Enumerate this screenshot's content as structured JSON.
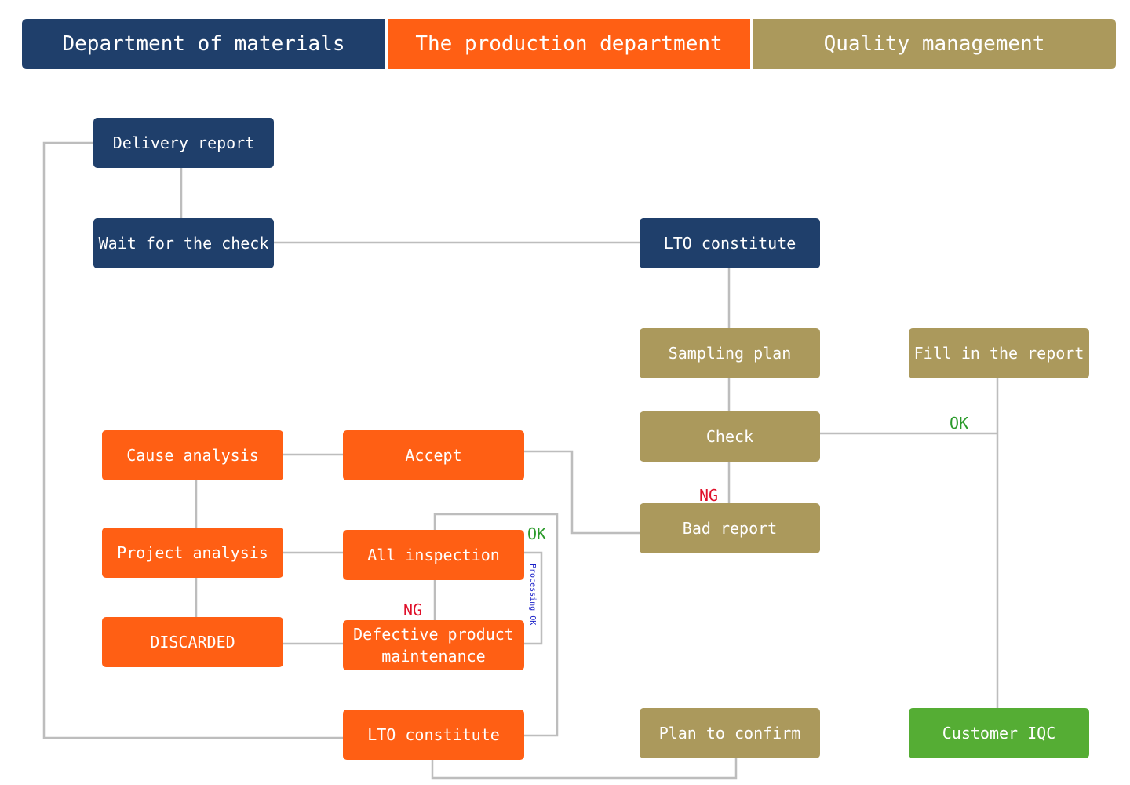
{
  "headers": {
    "materials": "Department of materials",
    "production": "The production department",
    "quality": "Quality management"
  },
  "nodes": {
    "delivery_report": "Delivery report",
    "wait_for_check": "Wait for the check",
    "lto_constitute_top": "LTO constitute",
    "sampling_plan": "Sampling plan",
    "fill_report": "Fill in the report",
    "check": "Check",
    "bad_report": "Bad report",
    "cause_analysis": "Cause analysis",
    "accept": "Accept",
    "project_analysis": "Project analysis",
    "all_inspection": "All inspection",
    "discarded": "DISCARDED",
    "defective_maintenance": "Defective product\nmaintenance",
    "lto_constitute_bottom": "LTO constitute",
    "plan_to_confirm": "Plan to confirm",
    "customer_iqc": "Customer IQC"
  },
  "labels": {
    "ok_check": "OK",
    "ng_check": "NG",
    "ok_inspection": "OK",
    "ng_inspection": "NG",
    "processing_ok": "Processing OK"
  },
  "colors": {
    "materials": "#1f3f6b",
    "production": "#ff5f14",
    "quality": "#ab995c",
    "customer": "#55ad34",
    "connector": "#bdbdbd"
  }
}
